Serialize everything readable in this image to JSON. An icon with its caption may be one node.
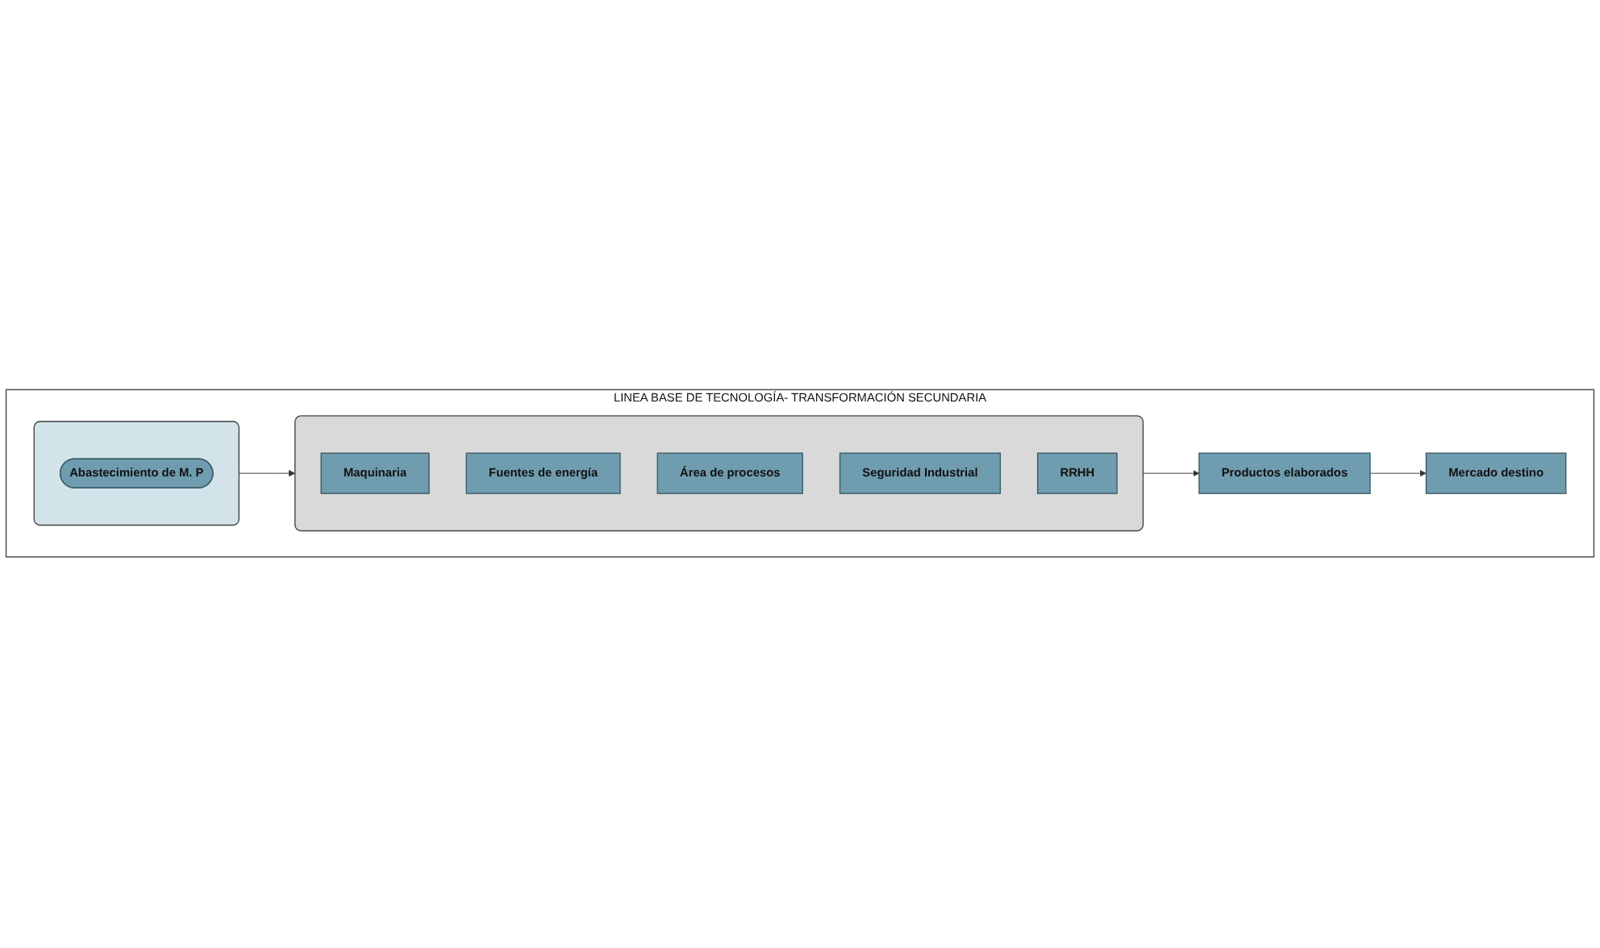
{
  "diagram": {
    "nodes": [
      {
        "text": [
          "LINEA BASE DE TECNOLOGÍA- TRANSFORMACIÓN SECUNDARIA"
        ]
      },
      {
        "text": [],
        "shape": "box",
        "in": 0
      },
      {
        "text": [
          "Abastecimiento de M. P"
        ],
        "in": 1
      },
      {
        "text": [],
        "shape": "box",
        "in": 0
      },
      {
        "text": [
          "Maquinaria"
        ],
        "in": 3
      },
      {
        "text": [
          "Fuentes de energía"
        ],
        "in": 3
      },
      {
        "text": [
          "Área de procesos"
        ],
        "in": 3
      },
      {
        "text": [
          "Seguridad Industrial"
        ],
        "in": 3
      },
      {
        "text": [
          "RRHH"
        ],
        "in": 3
      },
      {
        "text": [
          "Mercado destino"
        ],
        "in": 0
      },
      {
        "text": [
          "Productos elaborados"
        ],
        "in": 0
      }
    ],
    "edges": [
      {
        "from": 1,
        "to": 3,
        "arrow": "to"
      },
      {
        "from": 3,
        "to": 10,
        "arrow": "to"
      },
      {
        "from": 10,
        "to": 9,
        "arrow": "to"
      }
    ]
  }
}
